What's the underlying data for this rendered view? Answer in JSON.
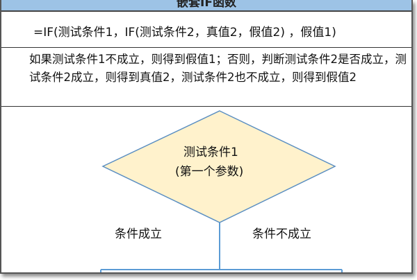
{
  "header": {
    "title": "嵌套IF函数"
  },
  "formula": "=IF(测试条件1，IF(测试条件2，真值2，假值2) ，假值1)",
  "description": "如果测试条件1不成立，则得到假值1；否则，判断测试条件2是否成立，测试条件2成立，则得到真值2，测试条件2也不成立，则得到假值2",
  "flowchart": {
    "decision_line1": "测试条件1",
    "decision_line2": "(第一个参数)",
    "branch_true": "条件成立",
    "branch_false": "条件不成立"
  },
  "colors": {
    "header": "#9dc3e6",
    "diamond_fill": "#fff2cc",
    "line": "#5b9bd5"
  }
}
